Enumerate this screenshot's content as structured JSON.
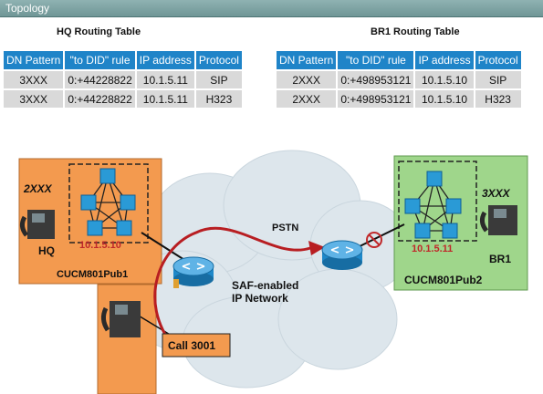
{
  "window": {
    "title": "Topology"
  },
  "hq_table": {
    "title": "HQ Routing Table",
    "columns": [
      "DN Pattern",
      "\"to DID\" rule",
      "IP address",
      "Protocol"
    ],
    "rows": [
      [
        "3XXX",
        "0:+44228822",
        "10.1.5.11",
        "SIP"
      ],
      [
        "3XXX",
        "0:+44228822",
        "10.1.5.11",
        "H323"
      ]
    ]
  },
  "br1_table": {
    "title": "BR1 Routing Table",
    "columns": [
      "DN Pattern",
      "\"to DID\" rule",
      "IP address",
      "Protocol"
    ],
    "rows": [
      [
        "2XXX",
        "0:+498953121",
        "10.1.5.10",
        "SIP"
      ],
      [
        "2XXX",
        "0:+498953121",
        "10.1.5.10",
        "H323"
      ]
    ]
  },
  "diagram": {
    "hq": {
      "pattern": "2XXX",
      "site": "HQ",
      "ip": "10.1.5.10",
      "cucm": "CUCM801Pub1"
    },
    "br1": {
      "pattern": "3XXX",
      "site": "BR1",
      "ip": "10.1.5.11",
      "cucm": "CUCM801Pub2"
    },
    "pstn": "PSTN",
    "saf_line1": "SAF-enabled",
    "saf_line2": "IP Network",
    "call": "Call 3001"
  },
  "colors": {
    "hq_panel": "#f39a4f",
    "br1_panel": "#9fd68b",
    "header_blue": "#1f84c8",
    "call_path": "#b81e22"
  }
}
